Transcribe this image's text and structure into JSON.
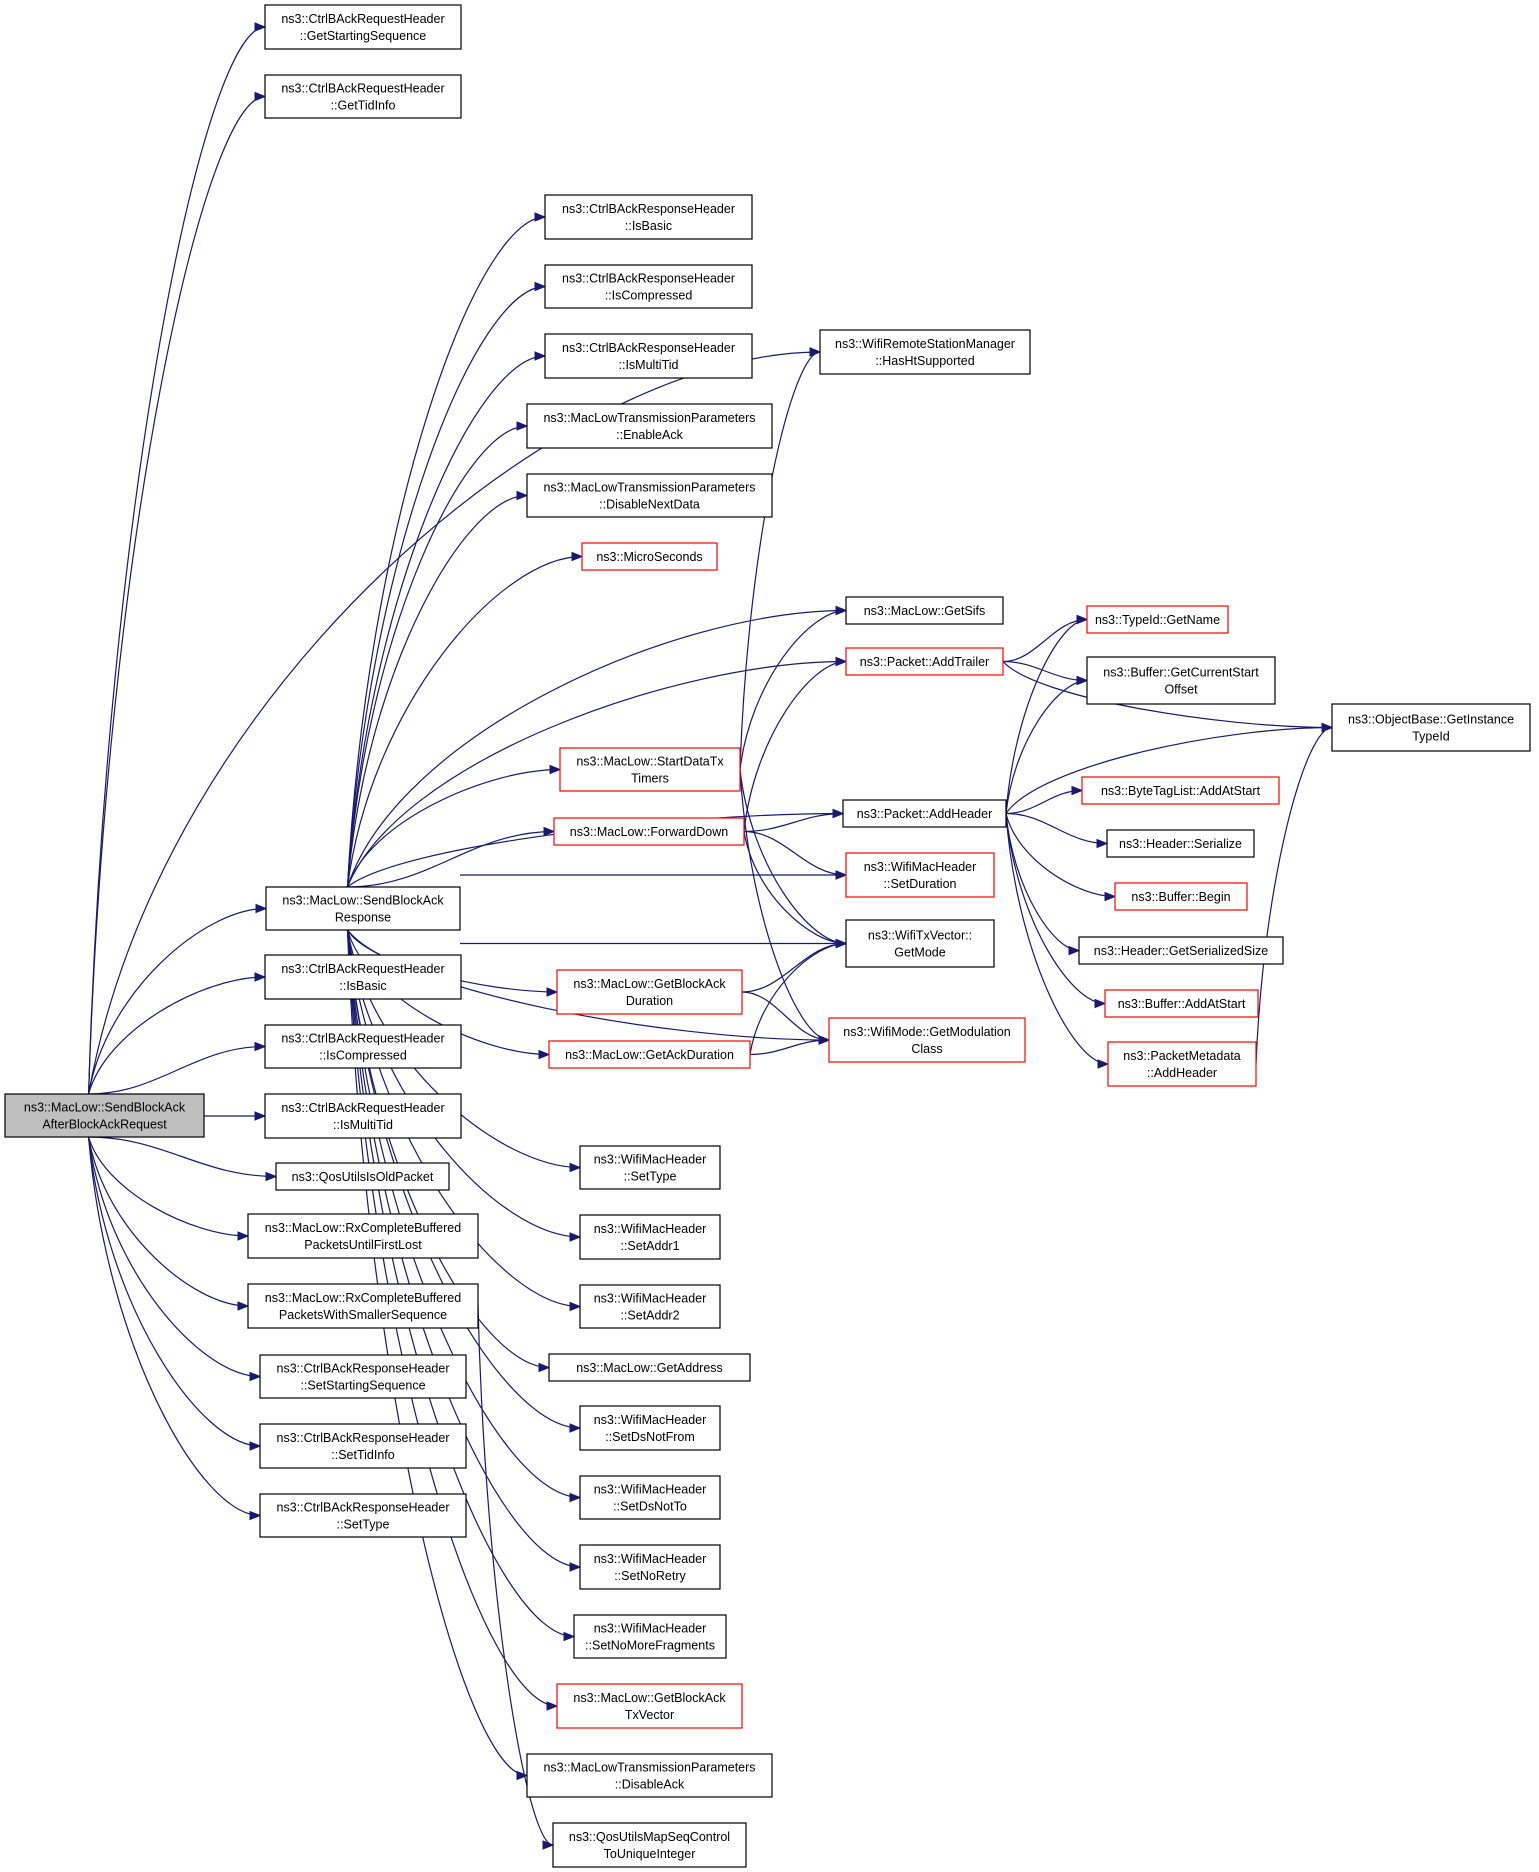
{
  "colors": {
    "edge": "#191970",
    "box_normal": "#000000",
    "box_truncated": "#ff0000",
    "root_fill": "#bfbfbf"
  },
  "nodes": [
    {
      "id": "root",
      "lines": [
        "ns3::MacLow::SendBlockAck",
        "AfterBlockAckRequest"
      ],
      "style": "root"
    },
    {
      "id": "reqGetStartSeq",
      "lines": [
        "ns3::CtrlBAckRequestHeader",
        "::GetStartingSequence"
      ],
      "style": "normal"
    },
    {
      "id": "reqGetTidInfo",
      "lines": [
        "ns3::CtrlBAckRequestHeader",
        "::GetTidInfo"
      ],
      "style": "normal"
    },
    {
      "id": "sbar",
      "lines": [
        "ns3::MacLow::SendBlockAck",
        "Response"
      ],
      "style": "normal"
    },
    {
      "id": "reqIsBasic",
      "lines": [
        "ns3::CtrlBAckRequestHeader",
        "::IsBasic"
      ],
      "style": "normal"
    },
    {
      "id": "reqIsCompressed",
      "lines": [
        "ns3::CtrlBAckRequestHeader",
        "::IsCompressed"
      ],
      "style": "normal"
    },
    {
      "id": "reqIsMultiTid",
      "lines": [
        "ns3::CtrlBAckRequestHeader",
        "::IsMultiTid"
      ],
      "style": "normal"
    },
    {
      "id": "qosOld",
      "lines": [
        "ns3::QosUtilsIsOldPacket"
      ],
      "style": "normal"
    },
    {
      "id": "rxFirstLost",
      "lines": [
        "ns3::MacLow::RxCompleteBuffered",
        "PacketsUntilFirstLost"
      ],
      "style": "normal"
    },
    {
      "id": "rxSmaller",
      "lines": [
        "ns3::MacLow::RxCompleteBuffered",
        "PacketsWithSmallerSequence"
      ],
      "style": "normal"
    },
    {
      "id": "respSetStartSeq",
      "lines": [
        "ns3::CtrlBAckResponseHeader",
        "::SetStartingSequence"
      ],
      "style": "normal"
    },
    {
      "id": "respSetTidInfo",
      "lines": [
        "ns3::CtrlBAckResponseHeader",
        "::SetTidInfo"
      ],
      "style": "normal"
    },
    {
      "id": "respSetType",
      "lines": [
        "ns3::CtrlBAckResponseHeader",
        "::SetType"
      ],
      "style": "normal"
    },
    {
      "id": "respIsBasic",
      "lines": [
        "ns3::CtrlBAckResponseHeader",
        "::IsBasic"
      ],
      "style": "normal"
    },
    {
      "id": "respIsCompressed",
      "lines": [
        "ns3::CtrlBAckResponseHeader",
        "::IsCompressed"
      ],
      "style": "normal"
    },
    {
      "id": "respIsMultiTid",
      "lines": [
        "ns3::CtrlBAckResponseHeader",
        "::IsMultiTid"
      ],
      "style": "normal"
    },
    {
      "id": "mltEnableAck",
      "lines": [
        "ns3::MacLowTransmissionParameters",
        "::EnableAck"
      ],
      "style": "normal"
    },
    {
      "id": "mltDisableNext",
      "lines": [
        "ns3::MacLowTransmissionParameters",
        "::DisableNextData"
      ],
      "style": "normal"
    },
    {
      "id": "microSec",
      "lines": [
        "ns3::MicroSeconds"
      ],
      "style": "truncated"
    },
    {
      "id": "startDataTx",
      "lines": [
        "ns3::MacLow::StartDataTx",
        "Timers"
      ],
      "style": "truncated"
    },
    {
      "id": "forwardDown",
      "lines": [
        "ns3::MacLow::ForwardDown"
      ],
      "style": "truncated"
    },
    {
      "id": "getBAckDur",
      "lines": [
        "ns3::MacLow::GetBlockAck",
        "Duration"
      ],
      "style": "truncated"
    },
    {
      "id": "getAckDur",
      "lines": [
        "ns3::MacLow::GetAckDuration"
      ],
      "style": "truncated"
    },
    {
      "id": "wmhSetType",
      "lines": [
        "ns3::WifiMacHeader",
        "::SetType"
      ],
      "style": "normal"
    },
    {
      "id": "wmhSetAddr1",
      "lines": [
        "ns3::WifiMacHeader",
        "::SetAddr1"
      ],
      "style": "normal"
    },
    {
      "id": "wmhSetAddr2",
      "lines": [
        "ns3::WifiMacHeader",
        "::SetAddr2"
      ],
      "style": "normal"
    },
    {
      "id": "getAddress",
      "lines": [
        "ns3::MacLow::GetAddress"
      ],
      "style": "normal"
    },
    {
      "id": "wmhSetDsNotFrom",
      "lines": [
        "ns3::WifiMacHeader",
        "::SetDsNotFrom"
      ],
      "style": "normal"
    },
    {
      "id": "wmhSetDsNotTo",
      "lines": [
        "ns3::WifiMacHeader",
        "::SetDsNotTo"
      ],
      "style": "normal"
    },
    {
      "id": "wmhSetNoRetry",
      "lines": [
        "ns3::WifiMacHeader",
        "::SetNoRetry"
      ],
      "style": "normal"
    },
    {
      "id": "wmhSetNoMoreFrag",
      "lines": [
        "ns3::WifiMacHeader",
        "::SetNoMoreFragments"
      ],
      "style": "normal"
    },
    {
      "id": "getBAckTxVec",
      "lines": [
        "ns3::MacLow::GetBlockAck",
        "TxVector"
      ],
      "style": "truncated"
    },
    {
      "id": "mltDisableAck",
      "lines": [
        "ns3::MacLowTransmissionParameters",
        "::DisableAck"
      ],
      "style": "normal"
    },
    {
      "id": "qosMapSeq",
      "lines": [
        "ns3::QosUtilsMapSeqControl",
        "ToUniqueInteger"
      ],
      "style": "normal"
    },
    {
      "id": "hasHt",
      "lines": [
        "ns3::WifiRemoteStationManager",
        "::HasHtSupported"
      ],
      "style": "normal"
    },
    {
      "id": "getSifs",
      "lines": [
        "ns3::MacLow::GetSifs"
      ],
      "style": "normal"
    },
    {
      "id": "addTrailer",
      "lines": [
        "ns3::Packet::AddTrailer"
      ],
      "style": "truncated"
    },
    {
      "id": "addHeader",
      "lines": [
        "ns3::Packet::AddHeader"
      ],
      "style": "normal"
    },
    {
      "id": "wmhSetDuration",
      "lines": [
        "ns3::WifiMacHeader",
        "::SetDuration"
      ],
      "style": "truncated"
    },
    {
      "id": "txVecGetMode",
      "lines": [
        "ns3::WifiTxVector::",
        "GetMode"
      ],
      "style": "normal"
    },
    {
      "id": "getModClass",
      "lines": [
        "ns3::WifiMode::GetModulation",
        "Class"
      ],
      "style": "truncated"
    },
    {
      "id": "typeIdGetName",
      "lines": [
        "ns3::TypeId::GetName"
      ],
      "style": "truncated"
    },
    {
      "id": "bufGetCurStart",
      "lines": [
        "ns3::Buffer::GetCurrentStart",
        "Offset"
      ],
      "style": "normal"
    },
    {
      "id": "objGetInstType",
      "lines": [
        "ns3::ObjectBase::GetInstance",
        "TypeId"
      ],
      "style": "normal"
    },
    {
      "id": "btlAddAtStart",
      "lines": [
        "ns3::ByteTagList::AddAtStart"
      ],
      "style": "truncated"
    },
    {
      "id": "hdrSerialize",
      "lines": [
        "ns3::Header::Serialize"
      ],
      "style": "normal"
    },
    {
      "id": "bufBegin",
      "lines": [
        "ns3::Buffer::Begin"
      ],
      "style": "truncated"
    },
    {
      "id": "hdrGetSerSize",
      "lines": [
        "ns3::Header::GetSerializedSize"
      ],
      "style": "normal"
    },
    {
      "id": "bufAddAtStart",
      "lines": [
        "ns3::Buffer::AddAtStart"
      ],
      "style": "truncated"
    },
    {
      "id": "pmAddHeader",
      "lines": [
        "ns3::PacketMetadata",
        "::AddHeader"
      ],
      "style": "truncated"
    }
  ],
  "edges": [
    [
      "root",
      "reqGetStartSeq"
    ],
    [
      "root",
      "reqGetTidInfo"
    ],
    [
      "root",
      "hasHt"
    ],
    [
      "root",
      "sbar"
    ],
    [
      "root",
      "reqIsBasic"
    ],
    [
      "root",
      "reqIsCompressed"
    ],
    [
      "root",
      "reqIsMultiTid"
    ],
    [
      "root",
      "qosOld"
    ],
    [
      "root",
      "rxFirstLost"
    ],
    [
      "root",
      "rxSmaller"
    ],
    [
      "root",
      "respSetStartSeq"
    ],
    [
      "root",
      "respSetTidInfo"
    ],
    [
      "root",
      "respSetType"
    ],
    [
      "sbar",
      "respIsBasic"
    ],
    [
      "sbar",
      "respIsCompressed"
    ],
    [
      "sbar",
      "respIsMultiTid"
    ],
    [
      "sbar",
      "mltEnableAck"
    ],
    [
      "sbar",
      "mltDisableNext"
    ],
    [
      "sbar",
      "microSec"
    ],
    [
      "sbar",
      "getSifs"
    ],
    [
      "sbar",
      "addTrailer"
    ],
    [
      "sbar",
      "addHeader"
    ],
    [
      "sbar",
      "startDataTx"
    ],
    [
      "sbar",
      "forwardDown"
    ],
    [
      "sbar",
      "wmhSetDuration"
    ],
    [
      "sbar",
      "txVecGetMode"
    ],
    [
      "sbar",
      "getBAckDur"
    ],
    [
      "sbar",
      "getAckDur"
    ],
    [
      "sbar",
      "getModClass"
    ],
    [
      "sbar",
      "wmhSetType"
    ],
    [
      "sbar",
      "wmhSetAddr1"
    ],
    [
      "sbar",
      "wmhSetAddr2"
    ],
    [
      "sbar",
      "getAddress"
    ],
    [
      "sbar",
      "wmhSetDsNotFrom"
    ],
    [
      "sbar",
      "wmhSetDsNotTo"
    ],
    [
      "sbar",
      "wmhSetNoRetry"
    ],
    [
      "sbar",
      "wmhSetNoMoreFrag"
    ],
    [
      "sbar",
      "getBAckTxVec"
    ],
    [
      "sbar",
      "mltDisableAck"
    ],
    [
      "rxSmaller",
      "qosMapSeq"
    ],
    [
      "startDataTx",
      "hasHt"
    ],
    [
      "startDataTx",
      "getSifs"
    ],
    [
      "startDataTx",
      "txVecGetMode"
    ],
    [
      "startDataTx",
      "getModClass"
    ],
    [
      "forwardDown",
      "addTrailer"
    ],
    [
      "forwardDown",
      "addHeader"
    ],
    [
      "forwardDown",
      "wmhSetDuration"
    ],
    [
      "forwardDown",
      "txVecGetMode"
    ],
    [
      "getBAckDur",
      "txVecGetMode"
    ],
    [
      "getBAckDur",
      "getModClass"
    ],
    [
      "getAckDur",
      "txVecGetMode"
    ],
    [
      "getAckDur",
      "getModClass"
    ],
    [
      "addTrailer",
      "typeIdGetName"
    ],
    [
      "addTrailer",
      "bufGetCurStart"
    ],
    [
      "addTrailer",
      "objGetInstType"
    ],
    [
      "addHeader",
      "typeIdGetName"
    ],
    [
      "addHeader",
      "bufGetCurStart"
    ],
    [
      "addHeader",
      "objGetInstType"
    ],
    [
      "addHeader",
      "btlAddAtStart"
    ],
    [
      "addHeader",
      "hdrSerialize"
    ],
    [
      "addHeader",
      "bufBegin"
    ],
    [
      "addHeader",
      "hdrGetSerSize"
    ],
    [
      "addHeader",
      "bufAddAtStart"
    ],
    [
      "addHeader",
      "pmAddHeader"
    ],
    [
      "pmAddHeader",
      "objGetInstType"
    ]
  ]
}
